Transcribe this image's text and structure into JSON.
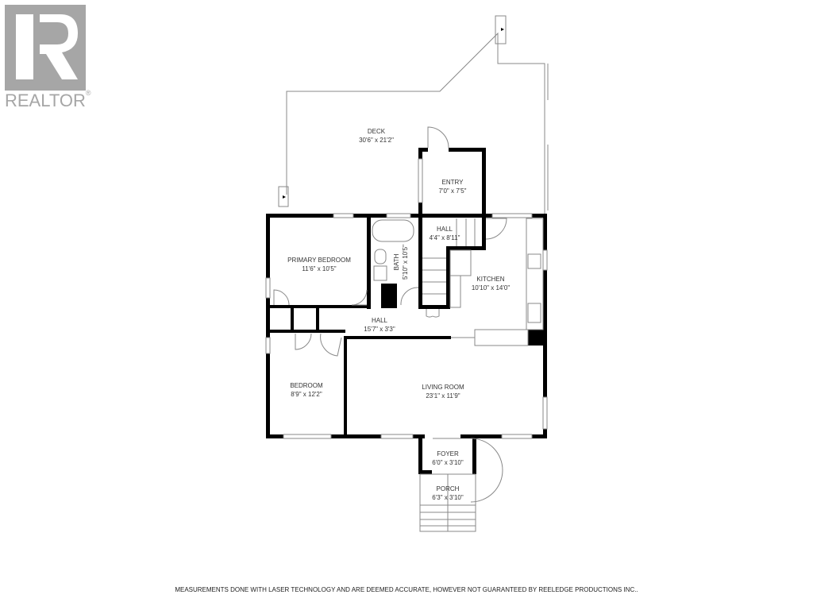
{
  "logo": {
    "name": "REALTOR",
    "mark": "®"
  },
  "rooms": [
    {
      "id": "deck",
      "name": "DECK",
      "dims": "30'6\" x 21'2\""
    },
    {
      "id": "entry",
      "name": "ENTRY",
      "dims": "7'0\" x 7'5\""
    },
    {
      "id": "hall-upper",
      "name": "HALL",
      "dims": "4'4\" x 8'11\""
    },
    {
      "id": "primary-bedroom",
      "name": "PRIMARY BEDROOM",
      "dims": "11'6\" x 10'5\""
    },
    {
      "id": "bath",
      "name": "BATH",
      "dims": "5'10\" x 10'5\""
    },
    {
      "id": "kitchen",
      "name": "KITCHEN",
      "dims": "10'10\" x 14'0\""
    },
    {
      "id": "hall",
      "name": "HALL",
      "dims": "15'7\" x 3'3\""
    },
    {
      "id": "bedroom",
      "name": "BEDROOM",
      "dims": "8'9\" x 12'2\""
    },
    {
      "id": "living-room",
      "name": "LIVING ROOM",
      "dims": "23'1\" x 11'9\""
    },
    {
      "id": "foyer",
      "name": "FOYER",
      "dims": "6'0\" x 3'10\""
    },
    {
      "id": "porch",
      "name": "PORCH",
      "dims": "6'3\" x 3'10\""
    }
  ],
  "footer": {
    "disclaimer": "MEASUREMENTS DONE WITH LASER TECHNOLOGY AND ARE DEEMED ACCURATE, HOWEVER NOT GUARANTEED BY REELEDGE PRODUCTIONS INC.."
  },
  "colors": {
    "wall": "#000000",
    "line": "#888888",
    "logo": "#a6a6a6"
  }
}
